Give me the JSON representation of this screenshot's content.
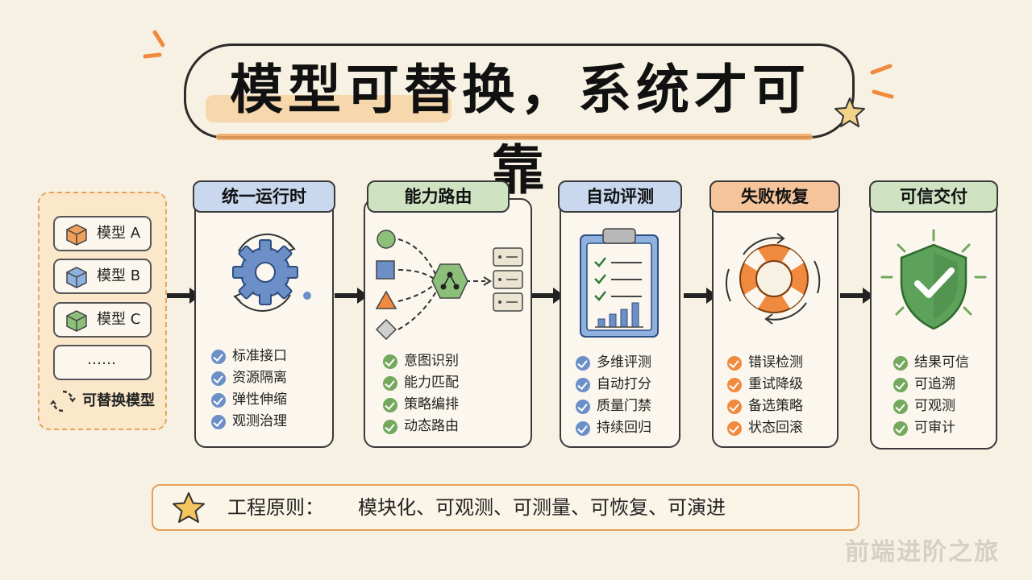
{
  "title": "模型可替换，系统才可靠",
  "colors": {
    "blue": "#6d8fc7",
    "green": "#73a85d",
    "orange": "#ef8a3f",
    "blue_head": "#c9d8ef",
    "green_head": "#cfe3c3",
    "orange_head": "#f5c49b",
    "background": "#f7f1e3"
  },
  "models": {
    "items": [
      "模型 A",
      "模型 B",
      "模型 C",
      "……"
    ],
    "footer": "可替换模型"
  },
  "stages": [
    {
      "title": "统一运行时",
      "icon": "gear-icon",
      "items": [
        "标准接口",
        "资源隔离",
        "弹性伸缩",
        "观测治理"
      ]
    },
    {
      "title": "能力路由",
      "icon": "router-icon",
      "items": [
        "意图识别",
        "能力匹配",
        "策略编排",
        "动态路由"
      ]
    },
    {
      "title": "自动评测",
      "icon": "clipboard-chart-icon",
      "items": [
        "多维评测",
        "自动打分",
        "质量门禁",
        "持续回归"
      ]
    },
    {
      "title": "失败恢复",
      "icon": "lifebuoy-icon",
      "items": [
        "错误检测",
        "重试降级",
        "备选策略",
        "状态回滚"
      ]
    },
    {
      "title": "可信交付",
      "icon": "shield-check-icon",
      "items": [
        "结果可信",
        "可追溯",
        "可观测",
        "可审计"
      ]
    }
  ],
  "principle": {
    "label": "工程原则：",
    "value": "模块化、可观测、可测量、可恢复、可演进"
  },
  "watermark": "前端进阶之旅"
}
